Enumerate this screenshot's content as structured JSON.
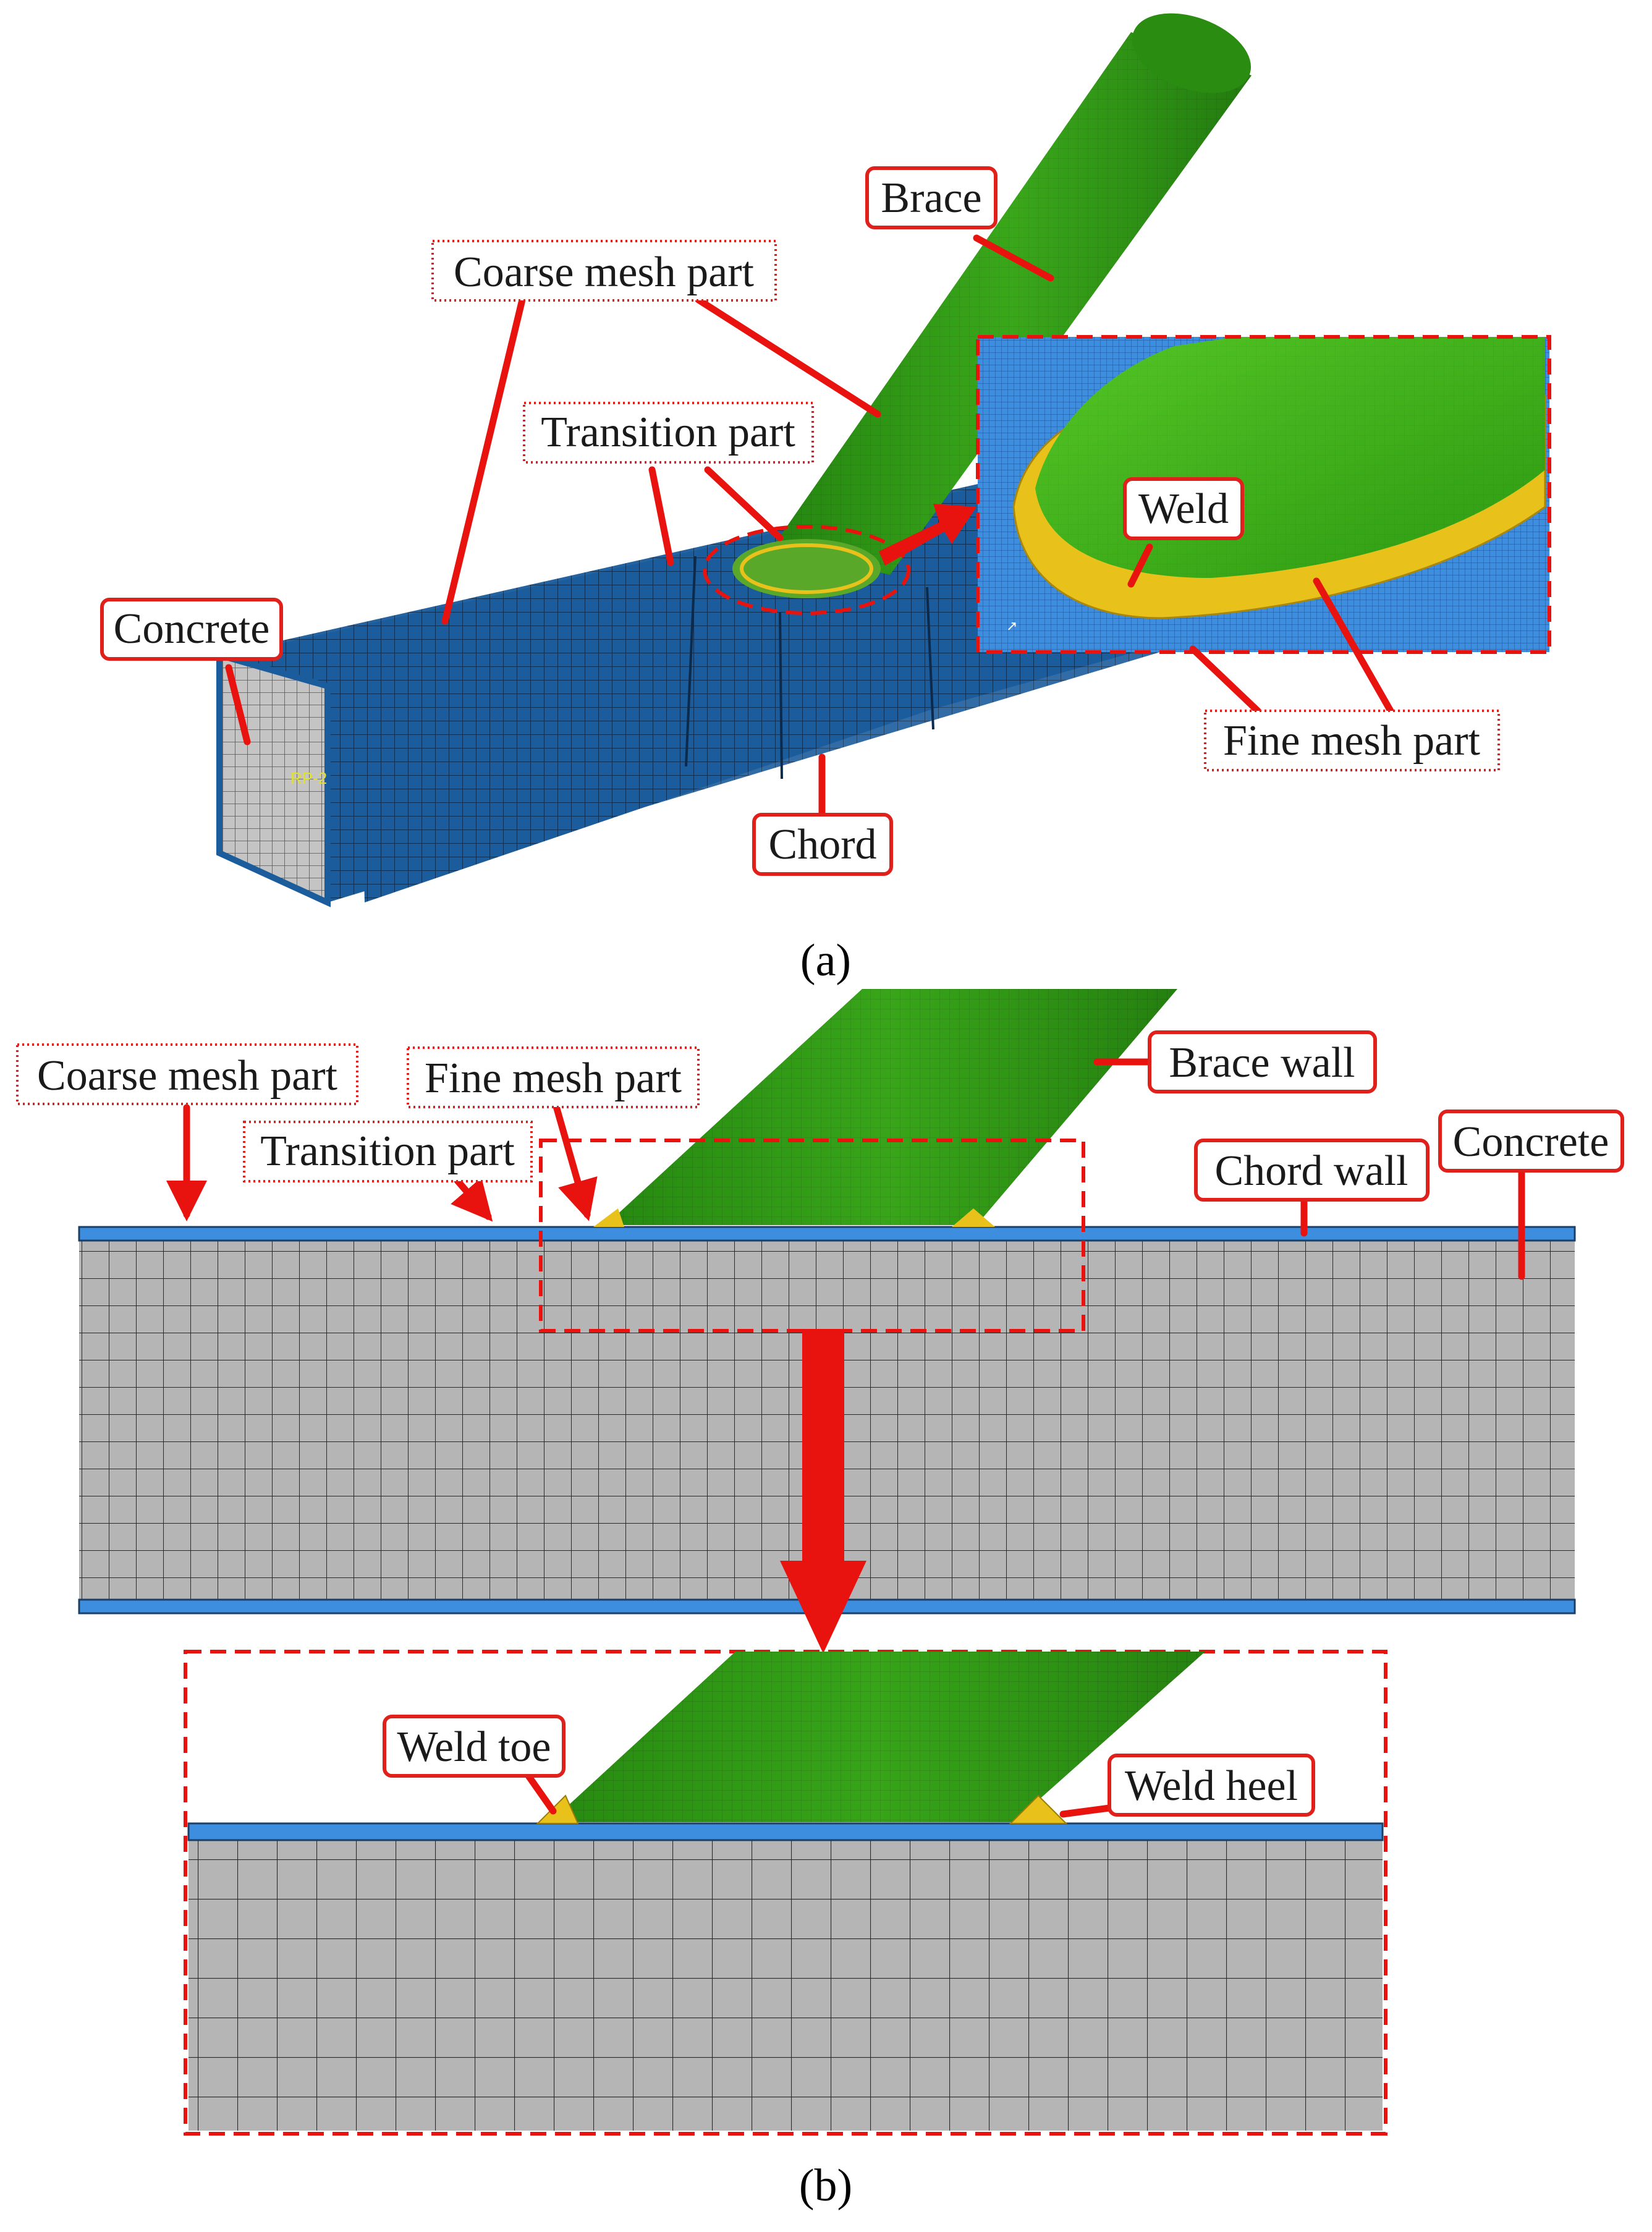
{
  "panel_a": {
    "caption": "(a)",
    "labels": {
      "brace": "Brace",
      "coarse_mesh": "Coarse mesh part",
      "transition": "Transition part",
      "concrete": "Concrete",
      "chord": "Chord",
      "weld": "Weld",
      "fine_mesh": "Fine mesh part"
    },
    "ref_point_text": "RP-2"
  },
  "panel_b": {
    "caption": "(b)",
    "labels": {
      "coarse_mesh": "Coarse mesh part",
      "fine_mesh": "Fine mesh part",
      "transition": "Transition part",
      "brace_wall": "Brace wall",
      "chord_wall": "Chord wall",
      "concrete": "Concrete",
      "weld_toe": "Weld toe",
      "weld_heel": "Weld heel"
    }
  },
  "colors": {
    "chord_steel": "#1b5c9c",
    "brace": "#2f9a14",
    "weld": "#e8c11a",
    "concrete": "#b5b5b5",
    "annotation": "#e8130f"
  }
}
